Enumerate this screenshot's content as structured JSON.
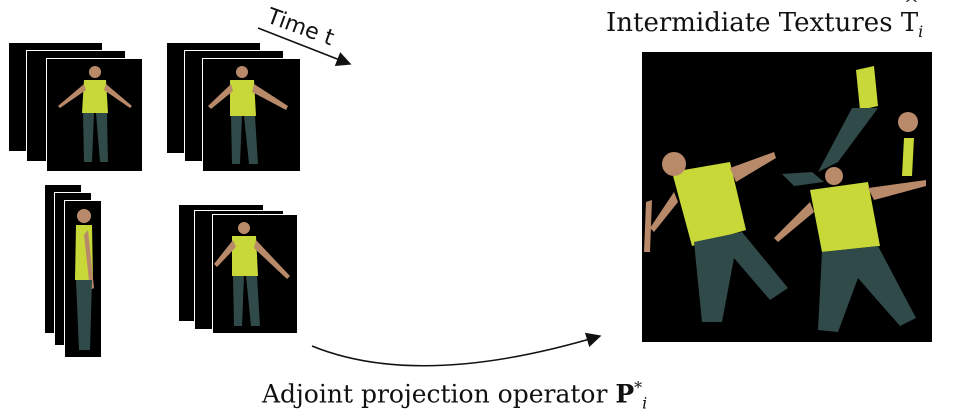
{
  "time_label": "Time t",
  "texture_title": {
    "text": "Intermidiate Textures ",
    "symbol": "T",
    "hat": "^",
    "subscript": "i"
  },
  "operator_label": {
    "text": "Adjoint projection operator ",
    "symbol": "P",
    "superscript": "*",
    "subscript": "i"
  },
  "colors": {
    "background": "#ffffff",
    "frame": "#000000",
    "shirt": "#c8d838",
    "pants": "#2f4a48",
    "skin": "#b88a6a"
  },
  "view_stacks": [
    {
      "name": "front-view",
      "frames": 3
    },
    {
      "name": "front-view-2",
      "frames": 3
    },
    {
      "name": "side-view",
      "frames": 3
    },
    {
      "name": "three-quarter-view",
      "frames": 3
    }
  ]
}
